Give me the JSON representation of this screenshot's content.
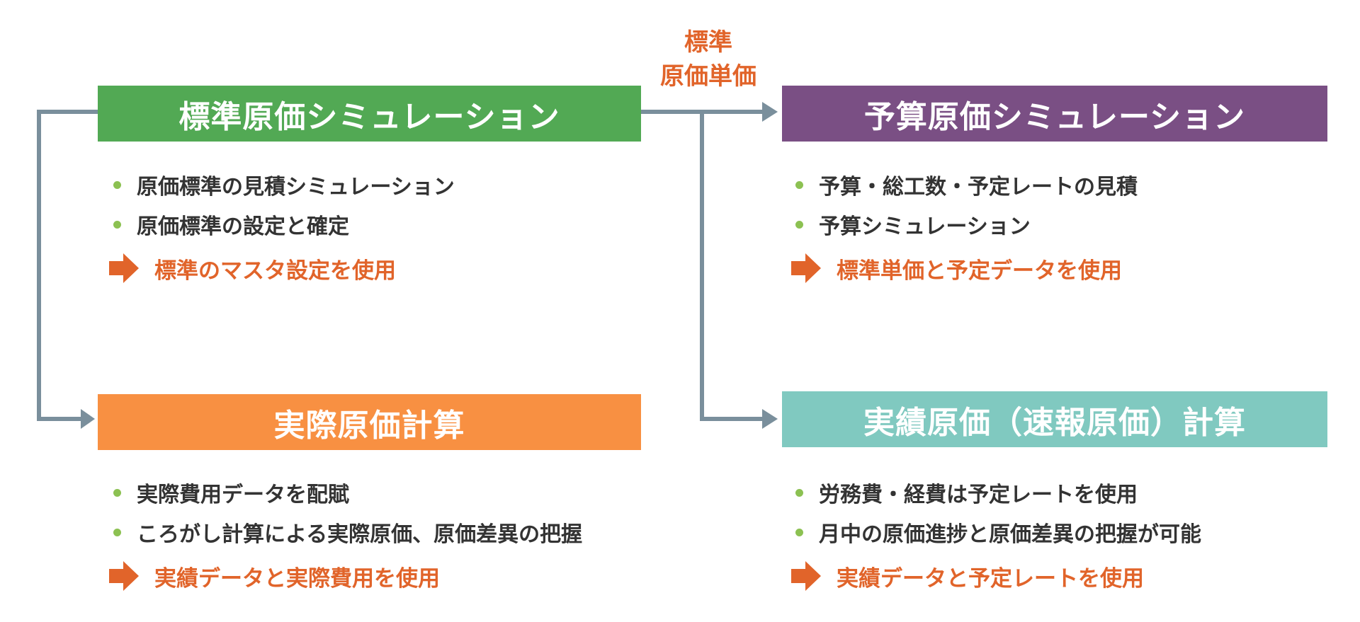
{
  "colors": {
    "connector": "#7a8f9c",
    "bullet_dot": "#8cc152",
    "note_arrow": "#e1642a"
  },
  "mid_label": {
    "line1": "標準",
    "line2": "原価単価"
  },
  "boxes": {
    "standard": {
      "title": "標準原価シミュレーション",
      "color": "#52a954",
      "bullets": [
        "原価標準の見積シミュレーション",
        "原価標準の設定と確定"
      ],
      "note": "標準のマスタ設定を使用"
    },
    "budget": {
      "title": "予算原価シミュレーション",
      "color": "#7a4f84",
      "bullets": [
        "予算・総工数・予定レートの見積",
        "予算シミュレーション"
      ],
      "note": "標準単価と予定データを使用"
    },
    "actual": {
      "title": "実際原価計算",
      "color": "#f89042",
      "bullets": [
        "実際費用データを配賦",
        "ころがし計算による実際原価、原価差異の把握"
      ],
      "note": "実績データと実際費用を使用"
    },
    "results": {
      "title": "実績原価（速報原価）計算",
      "color": "#80c9c0",
      "bullets": [
        "労務費・経費は予定レートを使用",
        "月中の原価進捗と原価差異の把握が可能"
      ],
      "note": "実績データと予定レートを使用"
    }
  }
}
